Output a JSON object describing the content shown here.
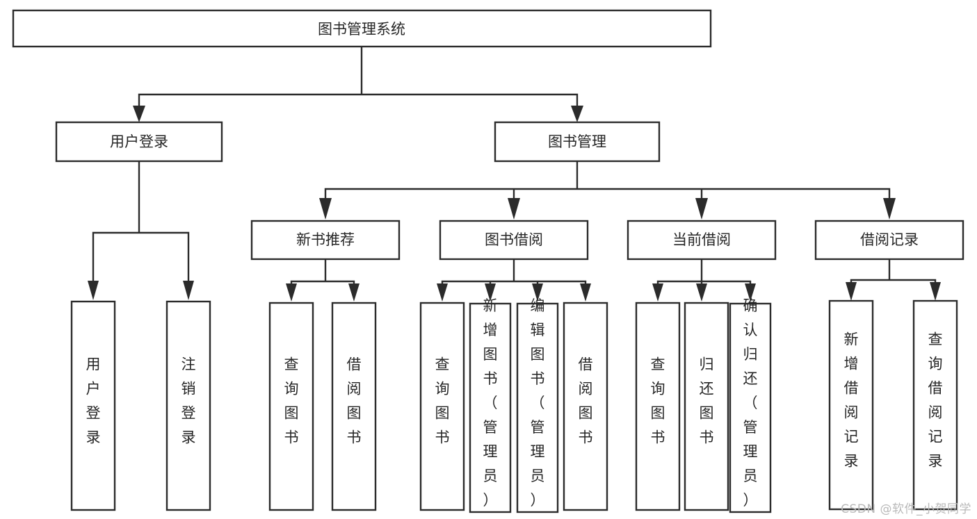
{
  "diagram": {
    "type": "tree-hierarchy",
    "title": "图书管理系统",
    "watermark": "CSDN @软件_小贺同学",
    "colors": {
      "line": "#2b2b2b",
      "text": "#262626",
      "box_fill": "#ffffff",
      "background": "#ffffff",
      "watermark": "#b9b9b9"
    },
    "levels": {
      "root": {
        "id": "root",
        "label": "图书管理系统",
        "orientation": "horizontal"
      },
      "level2": [
        {
          "id": "user-login",
          "label": "用户登录",
          "orientation": "horizontal"
        },
        {
          "id": "book-manage",
          "label": "图书管理",
          "orientation": "horizontal"
        }
      ],
      "level3": [
        {
          "id": "new-book-rec",
          "label": "新书推荐",
          "orientation": "horizontal",
          "parent": "book-manage"
        },
        {
          "id": "book-borrow",
          "label": "图书借阅",
          "orientation": "horizontal",
          "parent": "book-manage"
        },
        {
          "id": "current-borrow",
          "label": "当前借阅",
          "orientation": "horizontal",
          "parent": "book-manage"
        },
        {
          "id": "borrow-record",
          "label": "借阅记录",
          "orientation": "horizontal",
          "parent": "book-manage"
        }
      ],
      "leaves": [
        {
          "id": "leaf-user-login",
          "label": "用户登录",
          "orientation": "vertical",
          "parent": "user-login"
        },
        {
          "id": "leaf-logout",
          "label": "注销登录",
          "orientation": "vertical",
          "parent": "user-login"
        },
        {
          "id": "leaf-query-book-1",
          "label": "查询图书",
          "orientation": "vertical",
          "parent": "new-book-rec"
        },
        {
          "id": "leaf-borrow-book-1",
          "label": "借阅图书",
          "orientation": "vertical",
          "parent": "new-book-rec"
        },
        {
          "id": "leaf-query-book-2",
          "label": "查询图书",
          "orientation": "vertical",
          "parent": "book-borrow"
        },
        {
          "id": "leaf-add-book",
          "label": "新增图书（管理员）",
          "orientation": "vertical",
          "parent": "book-borrow"
        },
        {
          "id": "leaf-edit-book",
          "label": "编辑图书（管理员）",
          "orientation": "vertical",
          "parent": "book-borrow"
        },
        {
          "id": "leaf-borrow-book-2",
          "label": "借阅图书",
          "orientation": "vertical",
          "parent": "book-borrow"
        },
        {
          "id": "leaf-query-book-3",
          "label": "查询图书",
          "orientation": "vertical",
          "parent": "current-borrow"
        },
        {
          "id": "leaf-return-book",
          "label": "归还图书",
          "orientation": "vertical",
          "parent": "current-borrow"
        },
        {
          "id": "leaf-confirm-return",
          "label": "确认归还（管理员）",
          "orientation": "vertical",
          "parent": "current-borrow"
        },
        {
          "id": "leaf-add-record",
          "label": "新增借阅记录",
          "orientation": "vertical",
          "parent": "borrow-record"
        },
        {
          "id": "leaf-query-record",
          "label": "查询借阅记录",
          "orientation": "vertical",
          "parent": "borrow-record"
        }
      ]
    }
  }
}
